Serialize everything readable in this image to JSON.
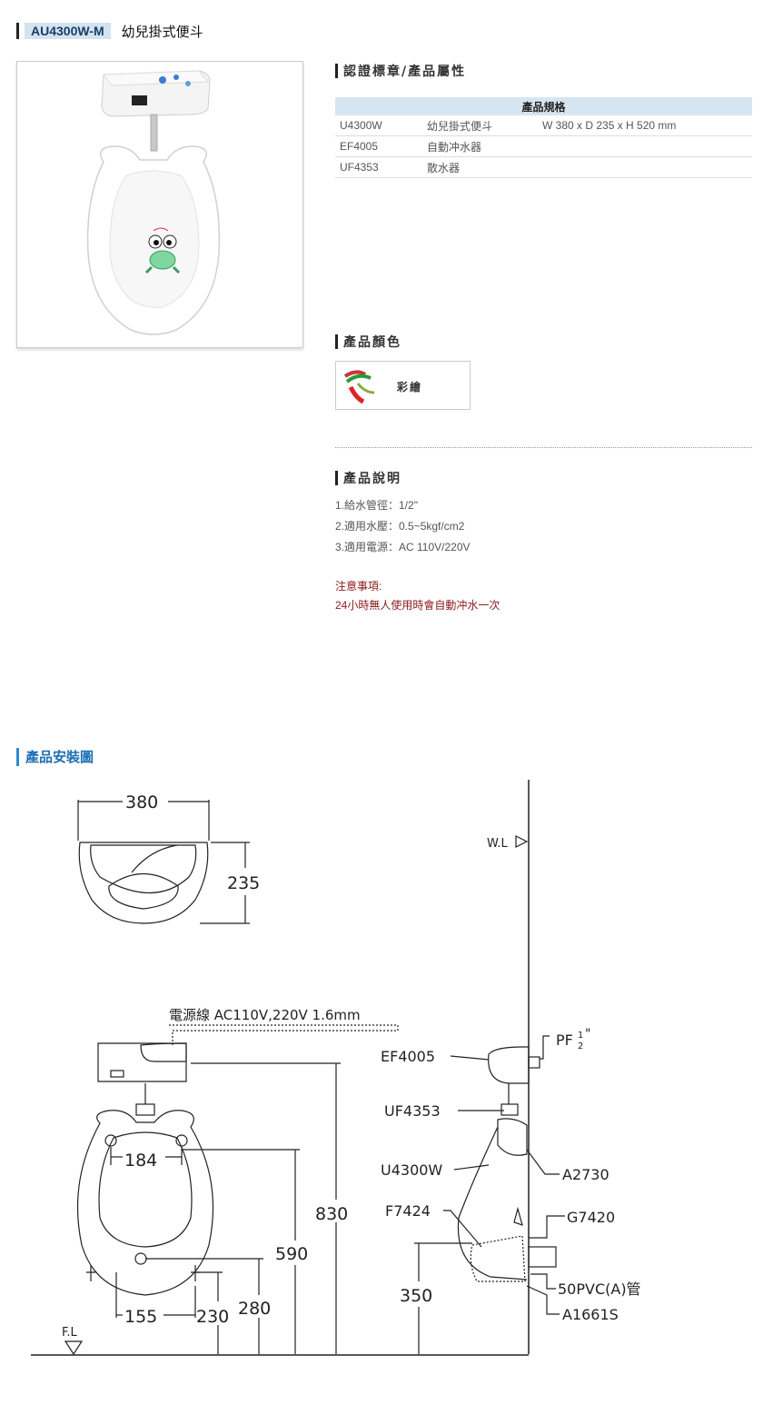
{
  "header": {
    "code": "AU4300W-M",
    "name": "幼兒掛式便斗"
  },
  "certification": {
    "heading": "認證標章/產品屬性"
  },
  "spec": {
    "header": "產品規格",
    "rows": [
      {
        "code": "U4300W",
        "name": "幼兒掛式便斗",
        "dims": "W 380 x D 235 x H 520 mm"
      },
      {
        "code": "EF4005",
        "name": "自動冲水器",
        "dims": ""
      },
      {
        "code": "UF4353",
        "name": "散水器",
        "dims": ""
      }
    ]
  },
  "colors": {
    "heading": "產品顏色",
    "option_label": "彩繪"
  },
  "description": {
    "heading": "產品說明",
    "items": [
      "1.給水管徑：1/2\"",
      "2.適用水壓：0.5~5kgf/cm2",
      "3.適用電源：AC 110V/220V"
    ],
    "note_title": "注意事項:",
    "note_text": "24小時無人使用時會自動冲水一次"
  },
  "install": {
    "heading": "產品安裝圖",
    "labels": {
      "w380": "380",
      "d235": "235",
      "wl": "W.L",
      "power": "電源線 AC110V,220V   1.6mm",
      "pf": "PF",
      "pf_num": "1",
      "pf_den": "2",
      "pf_q": "\"",
      "ef4005": "EF4005",
      "uf4353": "UF4353",
      "u4300w": "U4300W",
      "f7424": "F7424",
      "a2730": "A2730",
      "g7420": "G7420",
      "pvc": "50PVC(A)管",
      "a1661s": "A1661S",
      "d184": "184",
      "d830": "830",
      "d590": "590",
      "d280": "280",
      "d230": "230",
      "d155": "155",
      "d350": "350",
      "fl": "F.L"
    }
  }
}
